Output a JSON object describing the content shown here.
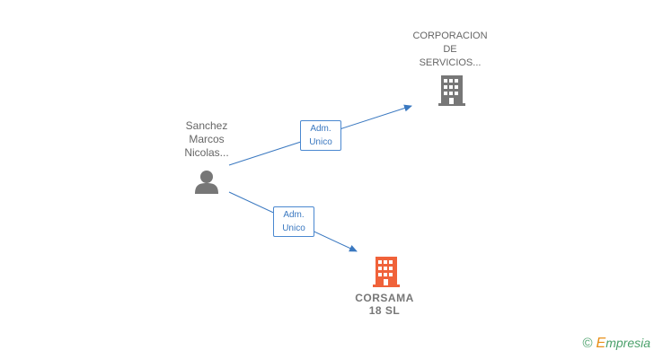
{
  "nodes": {
    "person": {
      "label": "Sanchez\nMarcos\nNicolas...",
      "icon": "person-icon",
      "color": "#777777"
    },
    "company_top": {
      "label": "CORPORACION\nDE\nSERVICIOS...",
      "icon": "building-icon",
      "color": "#777777"
    },
    "company_main": {
      "label": "CORSAMA\n18  SL",
      "icon": "building-icon",
      "color": "#f0623a"
    }
  },
  "edges": [
    {
      "line1": "Adm.",
      "line2": "Unico",
      "color": "#3a78c0"
    },
    {
      "line1": "Adm.",
      "line2": "Unico",
      "color": "#3a78c0"
    }
  ],
  "footer": {
    "copyright": "©",
    "brand_initial": "E",
    "brand_rest": "mpresia"
  }
}
